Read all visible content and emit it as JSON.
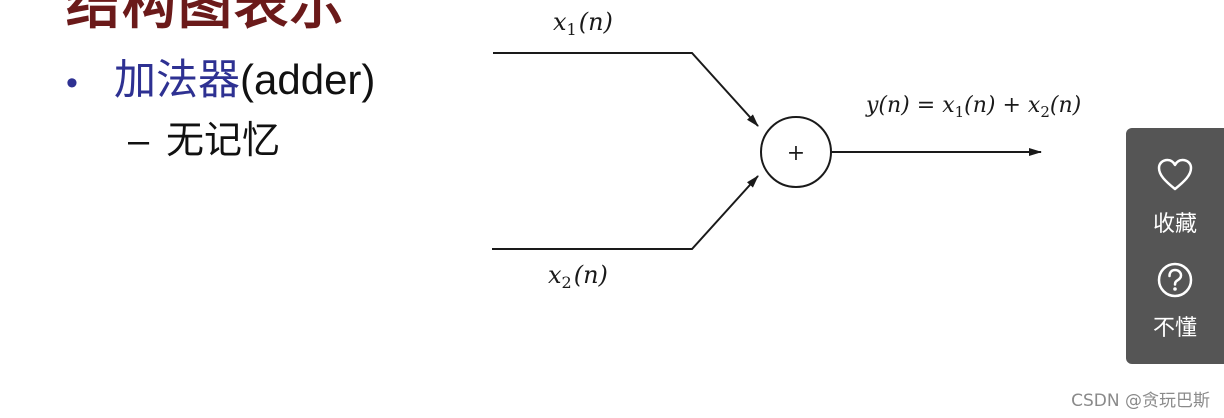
{
  "slide": {
    "heading_partial": "结构图表示",
    "bullet": {
      "marker": "•",
      "term": "加法器",
      "english": "(adder)"
    },
    "sub_bullet": {
      "marker": "–",
      "text": "无记忆"
    }
  },
  "diagram": {
    "input1_label": {
      "var": "x",
      "sub": "1",
      "arg": "(n)"
    },
    "input2_label": {
      "var": "x",
      "sub": "2",
      "arg": "(n)"
    },
    "adder_symbol": "+",
    "output_label": {
      "lhs": "y(n) = ",
      "t1_var": "x",
      "t1_sub": "1",
      "t1_arg": "(n)",
      "plus": " + ",
      "t2_var": "x",
      "t2_sub": "2",
      "t2_arg": "(n)"
    }
  },
  "side_panel": {
    "favorite_label": "收藏",
    "favorite_icon": "heart-icon",
    "help_label": "不懂",
    "help_icon": "question-circle-icon",
    "background": "#555555"
  },
  "watermark": "CSDN @贪玩巴斯",
  "colors": {
    "heading": "#6b1a1a",
    "bullet_term": "#2e3192"
  }
}
